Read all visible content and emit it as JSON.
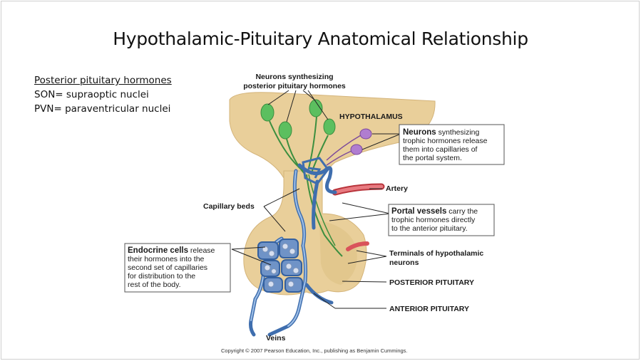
{
  "slide": {
    "title": "Hypothalamic-Pituitary Anatomical Relationship",
    "notes": {
      "heading": "Posterior pituitary hormones",
      "lines": [
        "SON= supraoptic nuclei",
        "PVN= paraventricular nuclei"
      ]
    }
  },
  "figure": {
    "labels": {
      "neurons_synth_1": "Neurons synthesizing",
      "neurons_synth_2": "posterior pituitary hormones",
      "hypothalamus": "HYPOTHALAMUS",
      "capillary_beds": "Capillary beds",
      "artery": "Artery",
      "terminals_1": "Terminals of hypothalamic",
      "terminals_2": "neurons",
      "posterior_pituitary": "POSTERIOR PITUITARY",
      "anterior_pituitary": "ANTERIOR PITUITARY",
      "veins": "Veins",
      "copyright": "Copyright © 2007 Pearson Education, Inc., publishing as Benjamin Cummings."
    },
    "callouts": {
      "trophic": {
        "bold": "Neurons",
        "line1_rest": " synthesizing",
        "line2": "trophic hormones release",
        "line3": "them into capillaries of",
        "line4": "the portal system."
      },
      "portal": {
        "bold": "Portal vessels",
        "line1_rest": " carry the",
        "line2": "trophic hormones directly",
        "line3": "to the anterior pituitary."
      },
      "endocrine": {
        "bold": "Endocrine cells",
        "line1_rest": " release",
        "line2": "their hormones into the",
        "line3": "second set of capillaries",
        "line4": "for distribution to the",
        "line5": "rest of the body."
      }
    },
    "colors": {
      "tissue": "#e9cf9a",
      "tissue_dark": "#d4b47a",
      "vessel_blue": "#4f7fbf",
      "artery_red": "#d9535a",
      "neuron_green": "#4caf50",
      "neuron_purple": "#a06cc0"
    }
  }
}
